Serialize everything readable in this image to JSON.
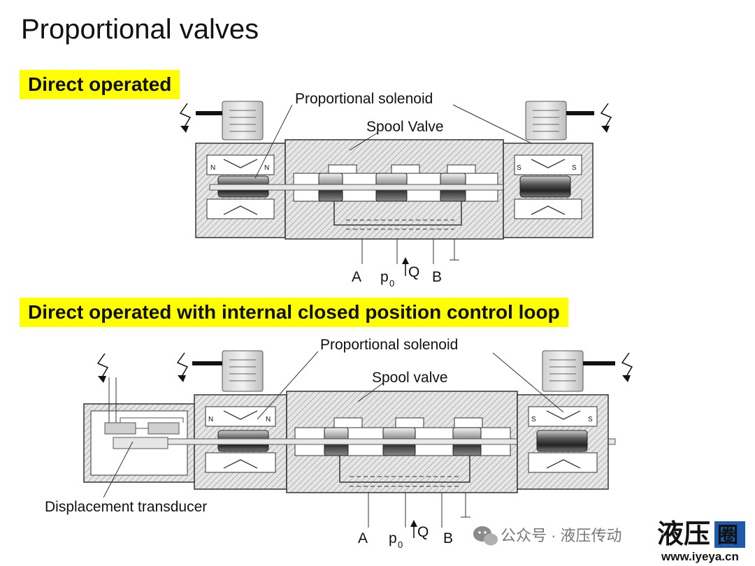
{
  "title": "Proportional valves",
  "section1": {
    "heading": "Direct operated",
    "label_solenoid": "Proportional solenoid",
    "label_spool": "Spool Valve",
    "ports": {
      "a": "A",
      "p": "p",
      "p_sub": "0",
      "q": "Q",
      "b": "B"
    }
  },
  "section2": {
    "heading": "Direct operated with internal closed position control loop",
    "label_solenoid": "Proportional solenoid",
    "label_spool": "Spool valve",
    "label_transducer": "Displacement transducer",
    "ports": {
      "a": "A",
      "p": "p",
      "p_sub": "0",
      "q": "Q",
      "b": "B"
    }
  },
  "coil_letters": {
    "n": "N",
    "s": "S"
  },
  "watermark": {
    "account": "公众号 · 液压传动",
    "brand": "液压",
    "brand_box": "圈",
    "url": "www.iyeya.cn"
  },
  "colors": {
    "banner": "#ffff00",
    "hatch": "#b8b8b8",
    "body_fill": "#d9d9d9"
  }
}
